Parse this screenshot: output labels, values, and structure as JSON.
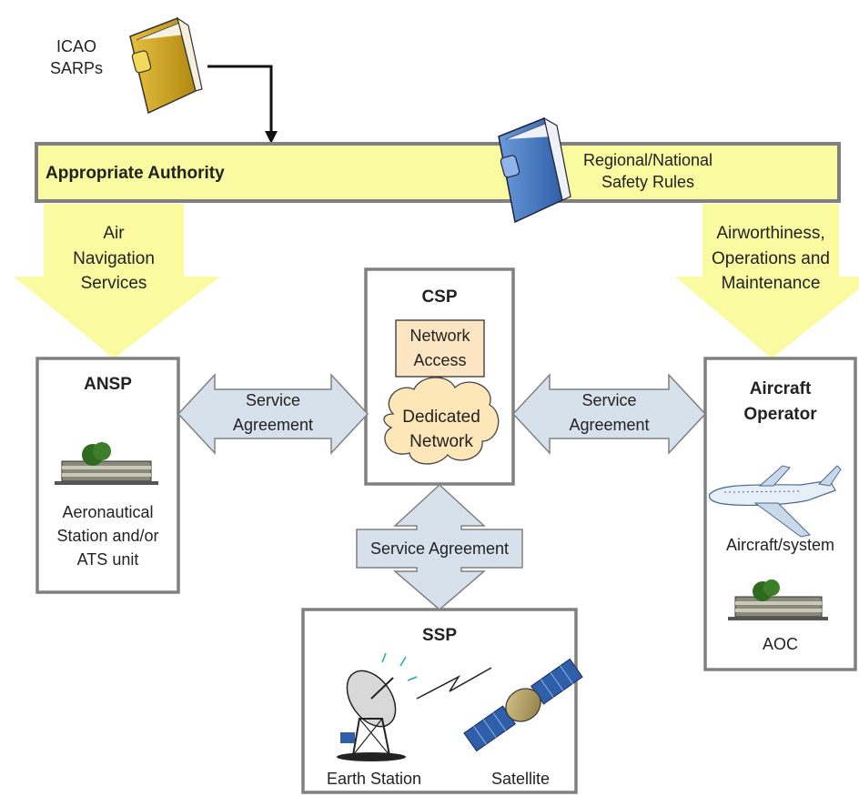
{
  "top": {
    "icao_line1": "ICAO",
    "icao_line2": "SARPs",
    "authority": "Appropriate  Authority",
    "regional_line1": "Regional/National",
    "regional_line2": "Safety Rules"
  },
  "arrows": {
    "left_line1": "Air",
    "left_line2": "Navigation",
    "left_line3": "Services",
    "right_line1": "Airworthiness,",
    "right_line2": "Operations and",
    "right_line3": "Maintenance"
  },
  "ansp": {
    "title": "ANSP",
    "label_line1": "Aeronautical",
    "label_line2": "Station and/or",
    "label_line3": "ATS unit"
  },
  "csp": {
    "title": "CSP",
    "access_line1": "Network",
    "access_line2": "Access",
    "cloud_line1": "Dedicated",
    "cloud_line2": "Network"
  },
  "operator": {
    "title_line1": "Aircraft",
    "title_line2": "Operator",
    "aircraft_label": "Aircraft/system",
    "aoc_label": "AOC"
  },
  "ssp": {
    "title": "SSP",
    "earth_label": "Earth Station",
    "satellite_label": "Satellite"
  },
  "agreements": {
    "left_line1": "Service",
    "left_line2": "Agreement",
    "right_line1": "Service",
    "right_line2": "Agreement",
    "bottom": "Service Agreement"
  },
  "colors": {
    "yellow": "#fafaa0",
    "box_border": "#808080",
    "arrow_fill": "#d6e1ec",
    "arrow_border": "#808080",
    "access_fill": "#fbe5c2",
    "cloud_fill": "#fde6b8",
    "book_gold": "#c9a21a",
    "book_blue": "#4a7ec7"
  }
}
